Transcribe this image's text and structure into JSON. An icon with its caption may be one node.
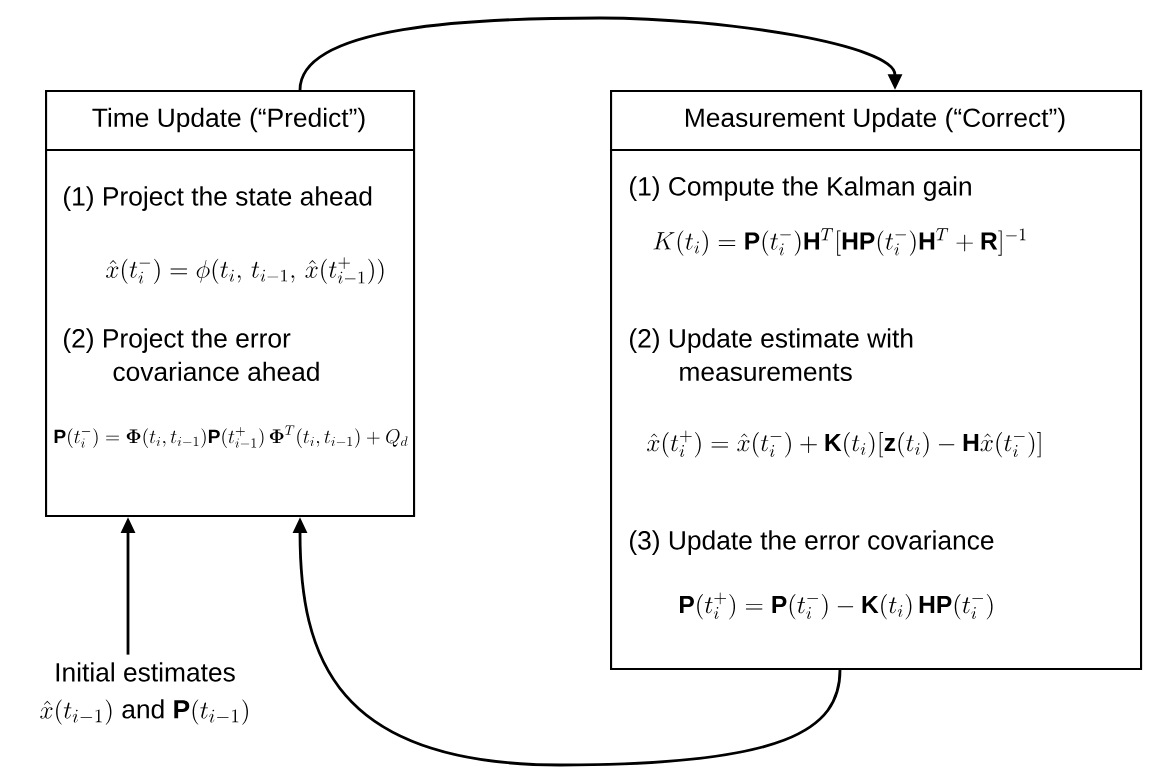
{
  "diagram": {
    "nodes": [
      {
        "text": [
          "Time Update (“Predict”)",
          "(1) Project the state ahead",
          "\\hat{x}(t_i^-) = \\phi(t_i,\\, t_{i-1},\\, \\hat{x}(t_{i-1}^+))",
          "(2) Project the error covariance ahead",
          "\\mathbf{P}(t_i^-) = \\bm{\\Phi}(t_i, t_{i-1})\\mathbf{P}(t_{i-1}^+)\\,\\bm{\\Phi}^T(t_i, t_{i-1})+Q_d"
        ]
      },
      {
        "text": [
          "Measurement Update (“Correct”)",
          "(1) Compute the Kalman gain",
          "K(t_i) = \\mathbf{P}(t_i^-)\\mathbf{H}^T[\\mathbf{HP}(t_i^-)\\mathbf{H}^T+\\mathbf{R}]^{-1}",
          "(2) Update estimate with measurements",
          "\\hat{x}(t_i^+) = \\hat{x}(t_i^-)+\\mathbf{K}(t_i)[\\mathbf{z}(t_i)-\\mathbf{H}\\hat{x}(t_i^-)]",
          "(3) Update the error covariance",
          "\\mathbf{P}(t_i^+) = \\mathbf{P}(t_i^-)-\\mathbf{K}(t_i)\\,\\mathbf{HP}(t_i^-)"
        ]
      },
      {
        "text": [
          "Initial estimates",
          "\\hat{x}(t_{i-1})\\mbox{ and }\\mathbf{P}(t_{i-1})"
        ]
      }
    ],
    "edges": [
      {
        "from": 0,
        "to": 1,
        "arrow": "to"
      },
      {
        "from": 1,
        "to": 0,
        "arrow": "to"
      },
      {
        "from": 2,
        "to": 0,
        "arrow": "to"
      }
    ]
  }
}
